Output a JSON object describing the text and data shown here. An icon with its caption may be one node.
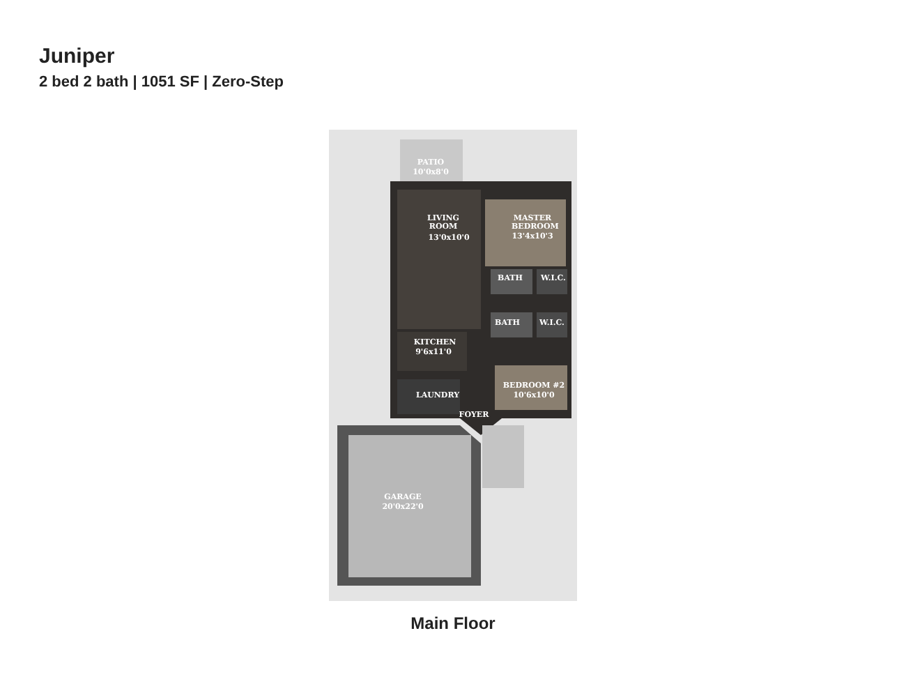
{
  "diagram": {
    "title": "Juniper",
    "caption": "Main Floor",
    "labels": [
      "2 bed 2 bath | 1051 SF | Zero-Step",
      "PATIO",
      "10'0x8'0",
      "LIVING ROOM",
      "13'0x10'0",
      "MASTER BEDROOM",
      "13'4x10'3",
      "BATH",
      "W.I.C.",
      "BATH",
      "W.I.C.",
      "KITCHEN",
      "9'6x11'0",
      "BEDROOM #2",
      "10'6x10'0",
      "LAUNDRY",
      "FOYER",
      "GARAGE",
      "20'0x22'0"
    ]
  }
}
